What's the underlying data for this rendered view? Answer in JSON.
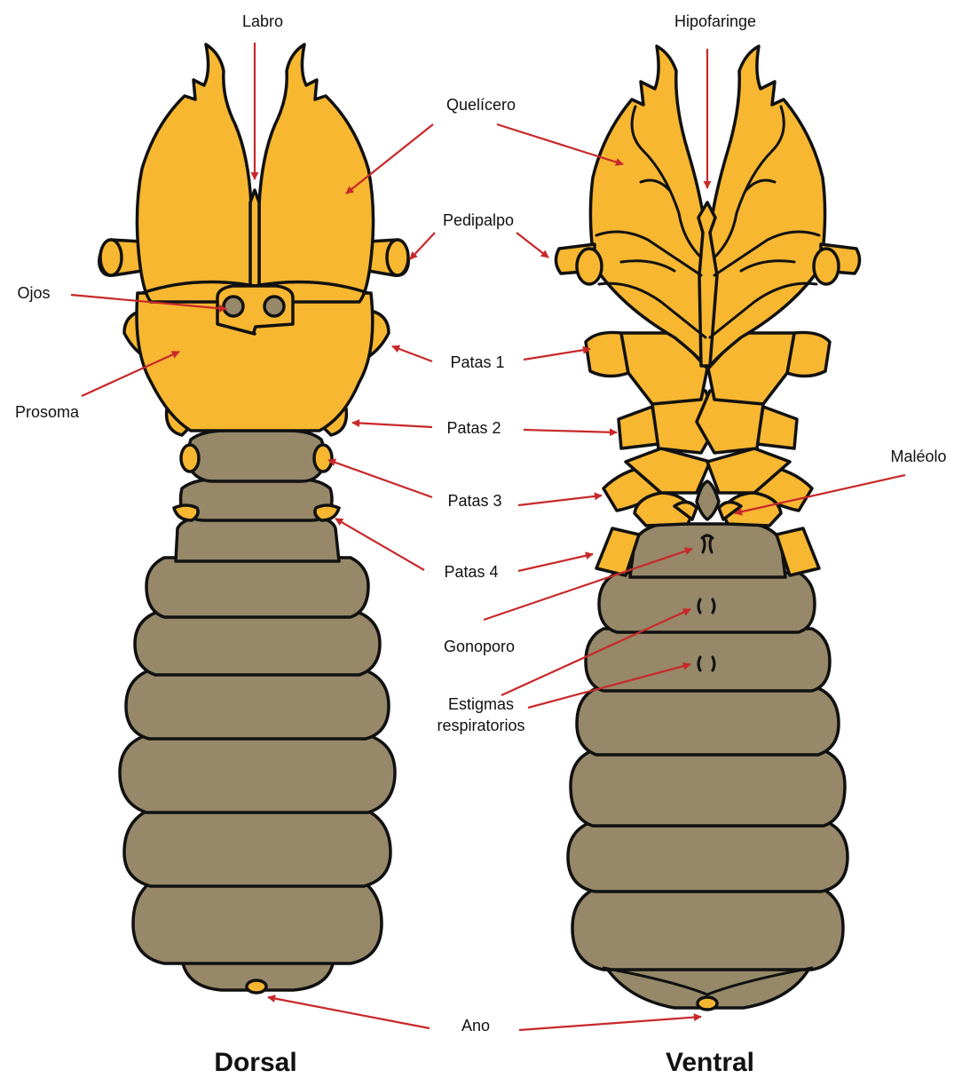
{
  "colors": {
    "prosoma": "#F7B731",
    "opisthosoma": "#968869",
    "arrow": "#C8282A",
    "outline": "#111111"
  },
  "labels": {
    "labro": "Labro",
    "hipofaringe": "Hipofaringe",
    "quelicero": "Quelícero",
    "pedipalpo": "Pedipalpo",
    "ojos": "Ojos",
    "prosoma": "Prosoma",
    "patas1": "Patas 1",
    "patas2": "Patas 2",
    "patas3": "Patas 3",
    "patas4": "Patas 4",
    "maleolo": "Maléolo",
    "gonoporo": "Gonoporo",
    "estigmas_line1": "Estigmas",
    "estigmas_line2": "respiratorios",
    "ano": "Ano"
  },
  "views": {
    "dorsal": "Dorsal",
    "ventral": "Ventral"
  }
}
